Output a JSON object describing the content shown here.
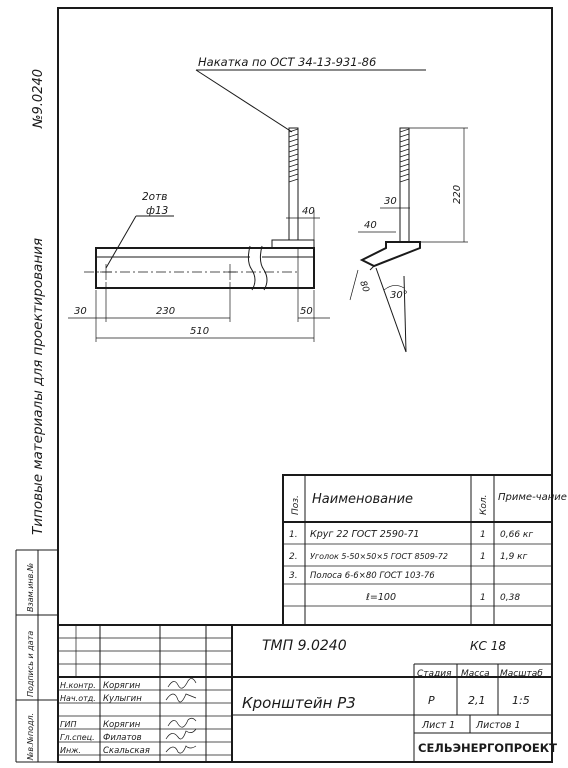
{
  "side": {
    "series_title": "Типовые материалы для проектирования",
    "series_number": "№9.0240",
    "inv_dubl": "Взам.инв.№",
    "sign_date": "Подпись и дата",
    "inv_orig": "№в.№подл."
  },
  "drawing": {
    "knurl_note": "Накатка по ОСТ 34-13-931-86",
    "holes_count": "2отв",
    "holes_dia": "ф13",
    "dim_40_top": "40",
    "dim_30_left": "30",
    "dim_230": "230",
    "dim_510": "510",
    "dim_50": "50",
    "side_dim_30": "30",
    "side_dim_40": "40",
    "side_dim_220": "220",
    "side_dim_80": "80",
    "side_angle": "30°"
  },
  "spec": {
    "headers": {
      "pos": "Поз.",
      "name": "Наименование",
      "qty": "Кол.",
      "note": "Приме-чание"
    },
    "rows": [
      {
        "pos": "1.",
        "name": "Круг 22 ГОСТ 2590-71",
        "qty": "1",
        "note": "0,66 кг"
      },
      {
        "pos": "2.",
        "name": "Уголок 5-50×50×5 ГОСТ 8509-72",
        "qty": "1",
        "note": "1,9 кг"
      },
      {
        "pos": "3.",
        "name": "Полоса 6-6×80 ГОСТ 103-76",
        "qty": "",
        "note": ""
      },
      {
        "pos": "",
        "name": "ℓ=100",
        "qty": "1",
        "note": "0,38"
      }
    ]
  },
  "stamp": {
    "doc_code": "ТМП 9.0240",
    "sheet_code": "КС 18",
    "title": "Кронштейн Р3",
    "stage_h": "Стадия",
    "mass_h": "Масса",
    "scale_h": "Масштаб",
    "stage": "Р",
    "mass": "2,1",
    "scale": "1:5",
    "sheet": "Лист 1",
    "sheets": "Листов 1",
    "org": "СЕЛЬЭНЕРГОПРОЕКТ",
    "people": [
      {
        "role": "Н.контр.",
        "name": "Корягин"
      },
      {
        "role": "Нач.отд.",
        "name": "Кулыгин"
      },
      {
        "role": "ГИП",
        "name": "Корягин"
      },
      {
        "role": "Гл.спец.",
        "name": "Филатов"
      },
      {
        "role": "Инж.",
        "name": "Скальская"
      }
    ]
  }
}
